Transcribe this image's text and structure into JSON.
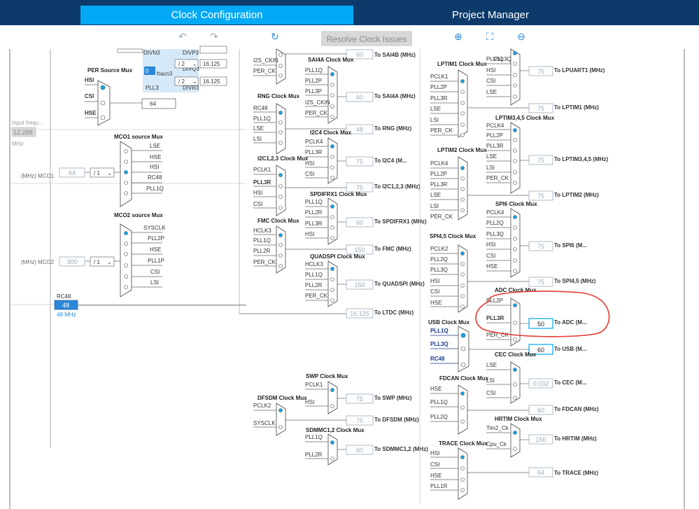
{
  "tabs": {
    "clock": "Clock Configuration",
    "project": "Project Manager"
  },
  "toolbar": {
    "resolve": "Resolve Clock Issues"
  },
  "icons": {
    "undo": "undo-icon",
    "redo": "redo-icon",
    "refresh": "refresh-icon",
    "zoom_in": "zoom-in-icon",
    "fit": "fit-icon",
    "zoom_out": "zoom-out-icon"
  },
  "pll3": {
    "divn": "DIVN3",
    "divp": "DIVP3",
    "divq": "DIVQ3",
    "divr": "DIVR3",
    "fracn": "fracn3",
    "fracn_val": "0",
    "q_div": "/ 2",
    "r_div": "/ 2",
    "q_out": "16.125",
    "r_out": "16.125",
    "name": "PLL3"
  },
  "per_mux": {
    "title": "PER Source Mux",
    "inputs": [
      "HSI",
      "CSI",
      "HSE"
    ],
    "output": "64"
  },
  "input_freq": {
    "label": "Input frequ...",
    "value": "12.288",
    "unit": "MHz"
  },
  "mco1": {
    "title": "MCO1 source Mux",
    "inputs": [
      "LSE",
      "HSE",
      "HSI",
      "RC48",
      "PLL1Q"
    ],
    "label": "(MHz) MCO1",
    "value": "64",
    "div": "/ 1"
  },
  "mco2": {
    "title": "MCO2 source Mux",
    "inputs": [
      "SYSCLK",
      "PLL2P",
      "HSE",
      "PLL1P",
      "CSI",
      "LSI"
    ],
    "label": "(MHz) MCO2",
    "value": "300",
    "div": "/ 1"
  },
  "rc48": {
    "label": "RC48",
    "value": "48",
    "unit": "48 MHz"
  },
  "col2": {
    "top": {
      "inputs": [
        "I2S_CKIN",
        "PER_CK"
      ]
    },
    "rng": {
      "title": "RNG Clock Mux",
      "inputs": [
        "RC48",
        "PLL1Q",
        "LSE",
        "LSI"
      ]
    },
    "i2c123": {
      "title": "I2C1,2,3 Clock Mux",
      "inputs": [
        "PCLK1",
        "PLL3R",
        "HSI",
        "CSI"
      ]
    },
    "fmc": {
      "title": "FMC Clock Mux",
      "inputs": [
        "HCLK3",
        "PLL1Q",
        "PLL2R",
        "PER_CK"
      ]
    },
    "dfsdm": {
      "title": "DFSDM Clock Mux",
      "inputs": [
        "PCLK2",
        "SYSCLK"
      ]
    }
  },
  "col3": {
    "sai4b": {
      "value": "60",
      "out": "To SAI4B (MHz)"
    },
    "sai4a": {
      "title": "SAI4A Clock Mux",
      "inputs": [
        "PLL1Q",
        "PLL2P",
        "PLL3P",
        "I2S_CKIN",
        "PER_CK"
      ],
      "value": "60",
      "out": "To SAI4A (MHz)"
    },
    "rng": {
      "value": "48",
      "out": "To RNG (MHz)"
    },
    "i2c4": {
      "title": "I2C4 Clock Mux",
      "inputs": [
        "PCLK4",
        "PLL3R",
        "HSI",
        "CSI"
      ],
      "value": "75",
      "out": "To I2C4 (M..."
    },
    "i2c123": {
      "value": "75",
      "out": "To I2C1,2,3 (MHz)"
    },
    "spdif": {
      "title": "SPDIFRX1 Clock Mux",
      "inputs": [
        "PLL1Q",
        "PLL2R",
        "PLL3R",
        "HSI"
      ],
      "value": "60",
      "out": "To SPDIFRX1 (MHz)"
    },
    "fmc": {
      "value": "150",
      "out": "To FMC (MHz)"
    },
    "quadspi": {
      "title": "QUADSPI Clock Mux",
      "inputs": [
        "HCLK3",
        "PLL1Q",
        "PLL2R",
        "PER_CK"
      ],
      "value": "150",
      "out": "To QUADSPI (MHz)"
    },
    "ltdc": {
      "value": "16.125",
      "out": "To LTDC (MHz)"
    },
    "swp": {
      "title": "SWP Clock Mux",
      "inputs": [
        "PCLK1",
        "HSI"
      ],
      "value": "75",
      "out": "To SWP (MHz)"
    },
    "dfsdm": {
      "value": "75",
      "out": "To DFSDM (MHz)"
    },
    "sdmmc": {
      "title": "SDMMC1,2 Clock Mux",
      "inputs": [
        "PLL1Q",
        "PLL2R"
      ],
      "value": "60",
      "out": "To SDMMC1,2 (MHz)"
    }
  },
  "col4": {
    "top": {
      "inputs": [
        "PLL3Q"
      ]
    },
    "lptim1": {
      "title": "LPTIM1 Clock Mux",
      "inputs": [
        "PCLK1",
        "PLL2P",
        "PLL3R",
        "LSE",
        "LSI",
        "PER_CK"
      ]
    },
    "lptim2": {
      "title": "LPTIM2 Clock Mux",
      "inputs": [
        "PCLK4",
        "PLL2P",
        "PLL3R",
        "LSE",
        "LSI",
        "PER_CK"
      ]
    },
    "spi45": {
      "title": "SPI4,5 Clock Mux",
      "inputs": [
        "PCLK2",
        "PLL2Q",
        "PLL3Q",
        "HSI",
        "CSI",
        "HSE"
      ]
    },
    "usb": {
      "title": "USB Clock Mux",
      "inputs": [
        "PLL1Q",
        "PLL3Q",
        "RC48"
      ]
    },
    "fdcan": {
      "title": "FDCAN Clock Mux",
      "inputs": [
        "HSE",
        "PLL1Q",
        "PLL2Q"
      ]
    },
    "trace": {
      "title": "TRACE Clock Mux",
      "inputs": [
        "HSI",
        "CSI",
        "HSE",
        "PLL1R"
      ]
    }
  },
  "col5": {
    "lpuart1": {
      "inputs": [
        "PLL3Q",
        "HSI",
        "CSI",
        "LSE"
      ],
      "value": "75",
      "out": "To LPUART1 (MHz)"
    },
    "lptim1": {
      "value": "75",
      "out": "To LPTIM1 (MHz)"
    },
    "lptim345": {
      "title": "LPTIM3,4,5 Clock Mux",
      "inputs": [
        "PCLK4",
        "PLL2P",
        "PLL3R",
        "LSE",
        "LSI",
        "PER_CK"
      ],
      "value": "75",
      "out": "To LPTIM3,4,5 (MHz)"
    },
    "lptim2": {
      "value": "75",
      "out": "To LPTIM2 (MHz)"
    },
    "spi6": {
      "title": "SPI6 Clock Mux",
      "inputs": [
        "PCLK4",
        "PLL2Q",
        "PLL3Q",
        "HSI",
        "CSI",
        "HSE"
      ],
      "value": "75",
      "out": "To SPI6 (M..."
    },
    "spi45": {
      "value": "75",
      "out": "To SPI4,5 (MHz)"
    },
    "adc": {
      "title": "ADC Clock Mux",
      "inputs": [
        "PLL2P",
        "PLL3R",
        "PER_CK"
      ],
      "value": "50",
      "out": "To ADC (M..."
    },
    "usb": {
      "value": "60",
      "out": "To USB (M..."
    },
    "cec": {
      "title": "CEC Clock Mux",
      "inputs": [
        "LSE",
        "LSI",
        "CSI"
      ],
      "value": "0.032",
      "out": "To CEC (M..."
    },
    "fdcan": {
      "value": "60",
      "out": "To FDCAN (MHz)"
    },
    "hrtim": {
      "title": "HRTIM Clock Mux",
      "inputs": [
        "Tim2_Ck",
        "Cpu_Ck"
      ],
      "value": "150",
      "out": "To HRTIM (MHz)"
    },
    "trace": {
      "value": "64",
      "out": "To TRACE (MHz)"
    }
  },
  "colors": {
    "header": "#0b3a6b",
    "tab_active": "#03a9f4",
    "highlight": "#e53935",
    "pll_bg": "#d6e9f8"
  }
}
